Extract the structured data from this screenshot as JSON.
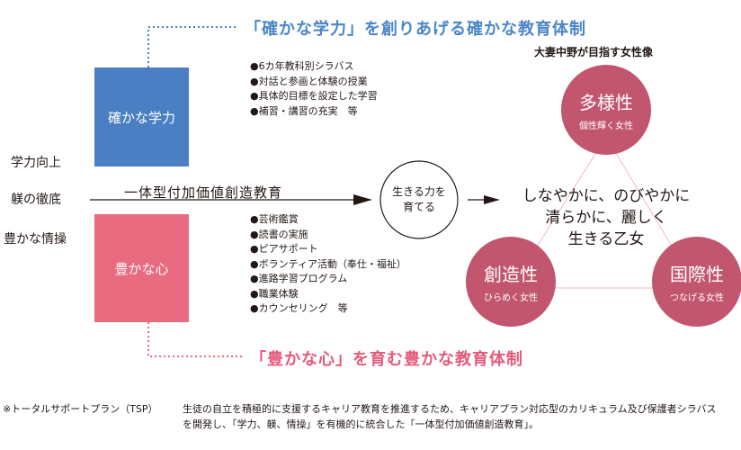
{
  "top_title": "「確かな学力」を創りあげる確かな教育体制",
  "bottom_title": "「豊かな心」を育む豊かな教育体制",
  "blue_box": "確かな学力",
  "pink_box": "豊かな心",
  "blue_list": [
    "●6カ年教科別シラバス",
    "●対話と参画と体験の授業",
    "●具体的目標を設定した学習",
    "●補習・講習の充実　等"
  ],
  "pink_list": [
    "●芸術鑑賞",
    "●読書の実施",
    "●ピアサポート",
    "●ボランティア活動（奉仕・福祉）",
    "●進路学習プログラム",
    "●職業体験",
    "●カウンセリング　等"
  ],
  "left_items": [
    "学力向上",
    "躾の徹底",
    "豊かな情操"
  ],
  "arrow_label": "一体型付加価値創造教育",
  "center_circle": [
    "生きる力を",
    "育てる"
  ],
  "goal_heading": "大妻中野が目指す女性像",
  "circles": [
    {
      "title": "多様性",
      "sub": "個性輝く女性"
    },
    {
      "title": "創造性",
      "sub": "ひらめく女性"
    },
    {
      "title": "国際性",
      "sub": "つなげる女性"
    }
  ],
  "motto": [
    "しなやかに、のびやかに",
    "清らかに、麗しく",
    "生きる乙女"
  ],
  "footnote_label": "※トータルサポートプラン（TSP）",
  "footnote_text": [
    "生徒の自立を積極的に支援するキャリア教育を推進するため、キャリアプラン対応型のカリキュラム及び保護者シラバス",
    "を開発し、「学力、躾、情操」を有機的に統合した「一体型付加価値創造教育」。"
  ],
  "colors": {
    "blue": "#4a7fc4",
    "pink": "#e96b80",
    "circle": "#c2566f"
  }
}
